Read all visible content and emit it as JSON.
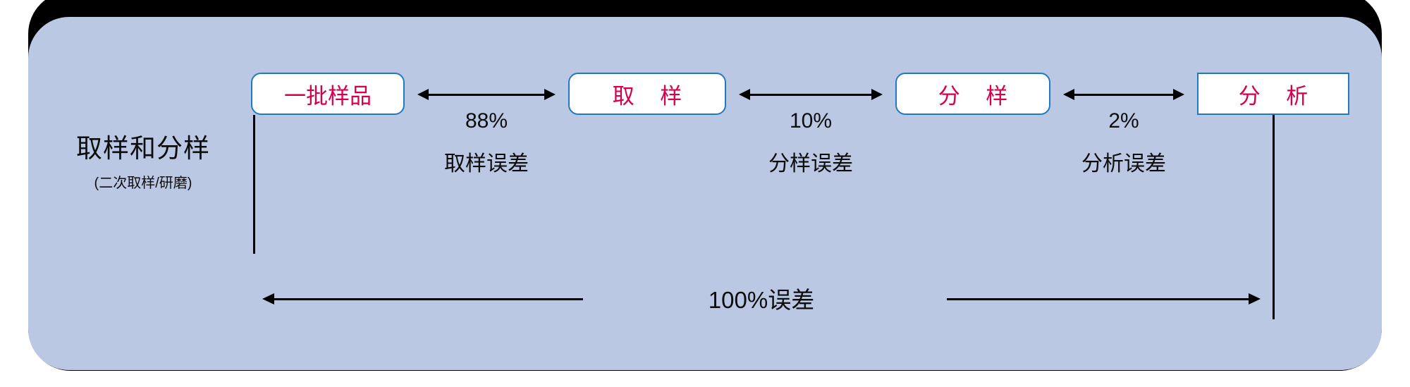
{
  "panel": {
    "background_color": "#bac8e3",
    "shadow_color": "#000000"
  },
  "title": {
    "main": "取样和分样",
    "sub": "(二次取样/研磨)"
  },
  "nodes": [
    {
      "label": "一批样品",
      "shape": "rounded",
      "border_color": "#1f7ac0",
      "text_color": "#d6004e"
    },
    {
      "label": "取 样",
      "shape": "rounded",
      "border_color": "#1f7ac0",
      "text_color": "#d6004e"
    },
    {
      "label": "分 样",
      "shape": "rounded",
      "border_color": "#1f7ac0",
      "text_color": "#d6004e"
    },
    {
      "label": "分 析",
      "shape": "square",
      "border_color": "#1f7ac0",
      "text_color": "#d6004e"
    }
  ],
  "gaps": [
    {
      "percent": "88%",
      "name": "取样误差"
    },
    {
      "percent": "10%",
      "name": "分样误差"
    },
    {
      "percent": "2%",
      "name": "分析误差"
    }
  ],
  "total": {
    "label": "100%误差"
  }
}
